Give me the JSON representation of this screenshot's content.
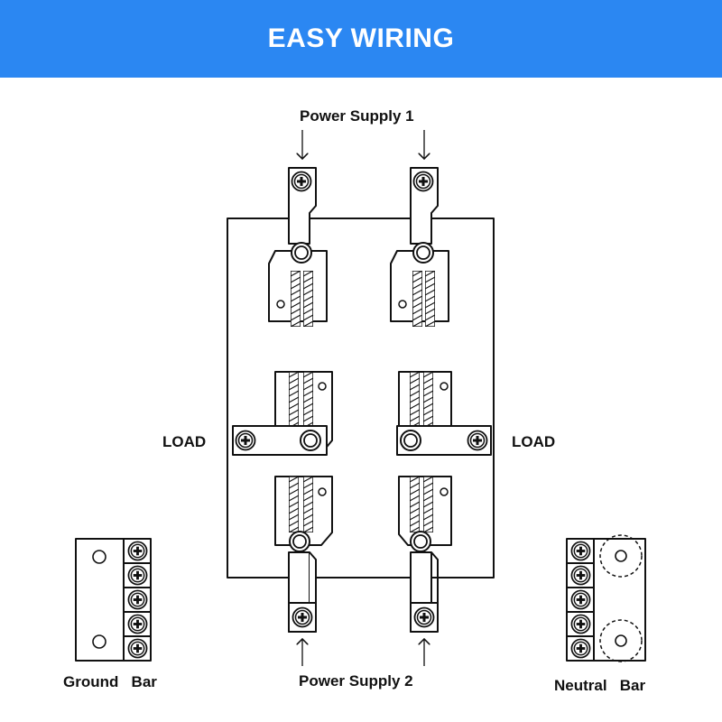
{
  "header": {
    "title": "EASY WIRING",
    "background": "#2b87f2",
    "text_color": "#ffffff"
  },
  "labels": {
    "power_supply_1": "Power Supply 1",
    "power_supply_2": "Power Supply 2",
    "load_left": "LOAD",
    "load_right": "LOAD",
    "ground_bar": "Ground   Bar",
    "neutral_bar": "Neutral   Bar"
  },
  "colors": {
    "line": "#111111",
    "fill": "#ffffff"
  },
  "icons": [
    "screw-terminal-icon",
    "arrow-down-icon",
    "arrow-up-icon"
  ]
}
